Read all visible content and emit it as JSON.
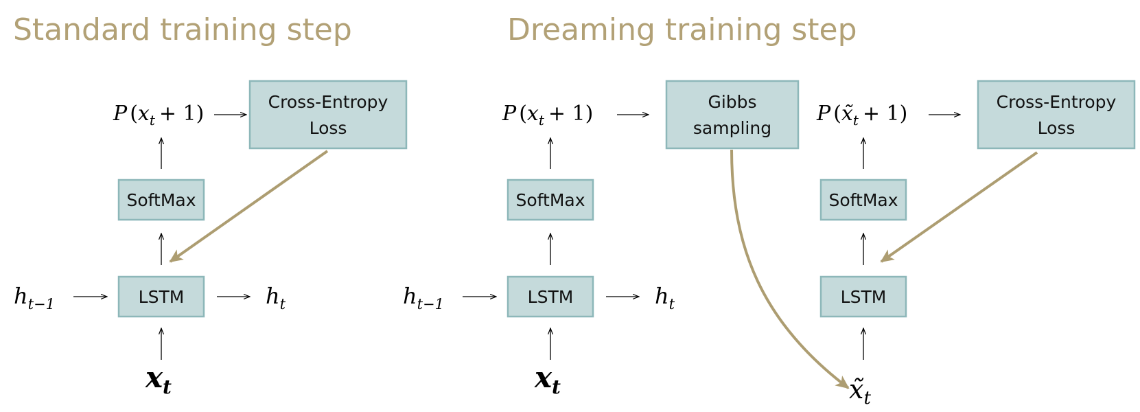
{
  "titles": {
    "standard": "Standard training step",
    "dreaming": "Dreaming training step"
  },
  "boxes": {
    "cross_entropy": [
      "Cross-Entropy",
      "Loss"
    ],
    "gibbs": [
      "Gibbs",
      "sampling"
    ],
    "softmax": "SoftMax",
    "lstm": "LSTM"
  },
  "math": {
    "p_open": "P",
    "p_x": "x",
    "t_sub": "t",
    "plus_one": "+ 1)",
    "open_paren": "(",
    "h": "h",
    "h_prev_sub": "t−1",
    "x_tilde": "x̃"
  },
  "colors": {
    "title": "#b2a176",
    "box_fill": "#c5dadb",
    "box_stroke": "#8db7b9",
    "feedback_arrow": "#ad9d71"
  }
}
